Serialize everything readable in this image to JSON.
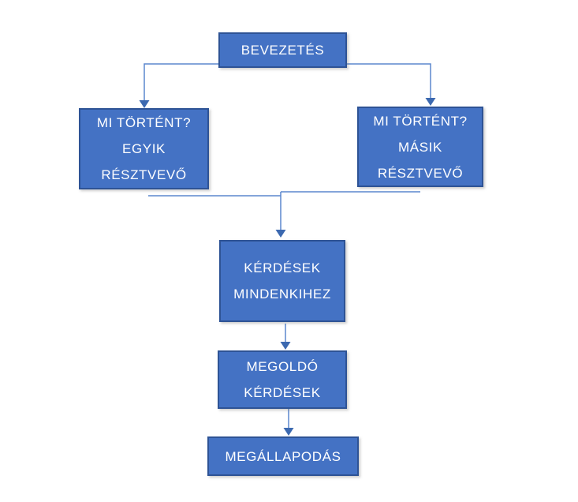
{
  "diagram": {
    "language": "Hungarian",
    "colors": {
      "background": "#ffffff",
      "box-fill": "#4472c4",
      "box-border": "#2e5395",
      "connector": "#5b87ce",
      "arrow": "#3c69b0",
      "text": "#ffffff"
    },
    "nodes": [
      {
        "id": "bevezetes",
        "lines": [
          "BEVEZETÉS"
        ]
      },
      {
        "id": "egyik-resztvevo",
        "lines": [
          "MI TÖRTÉNT?",
          "EGYIK",
          "RÉSZTVEVŐ"
        ]
      },
      {
        "id": "masik-resztvevo",
        "lines": [
          "MI TÖRTÉNT?",
          "MÁSIK",
          "RÉSZTVEVŐ"
        ]
      },
      {
        "id": "kerdesek-mindenkihez",
        "lines": [
          "KÉRDÉSEK",
          "MINDENKIHEZ"
        ]
      },
      {
        "id": "megoldo-kerdesek",
        "lines": [
          "MEGOLDÓ",
          "KÉRDÉSEK"
        ]
      },
      {
        "id": "megallapodas",
        "lines": [
          "MEGÁLLAPODÁS"
        ]
      }
    ],
    "edges": [
      {
        "from": "bevezetes",
        "to": "egyik-resztvevo"
      },
      {
        "from": "bevezetes",
        "to": "masik-resztvevo"
      },
      {
        "from": "egyik-resztvevo",
        "to": "kerdesek-mindenkihez"
      },
      {
        "from": "masik-resztvevo",
        "to": "kerdesek-mindenkihez"
      },
      {
        "from": "kerdesek-mindenkihez",
        "to": "megoldo-kerdesek"
      },
      {
        "from": "megoldo-kerdesek",
        "to": "megallapodas"
      }
    ]
  }
}
